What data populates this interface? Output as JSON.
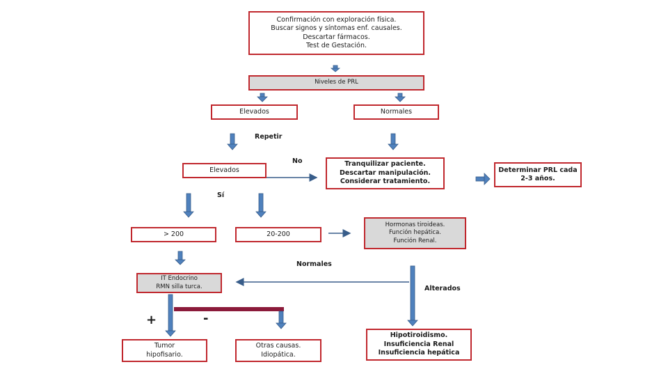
{
  "boxes": {
    "exploracion": [
      "Confirmación con exploración física.",
      "Buscar signos y síntomas enf. causales.",
      "Descartar fármacos.",
      "Test de Gestación."
    ],
    "niveles_prl": "Niveles de PRL",
    "elevados_1": "Elevados",
    "normales_1": "Normales",
    "elevados_2": "Elevados",
    "tranquilizar": [
      "Tranquilizar paciente.",
      "Descartar manipulación.",
      "Considerar tratamiento."
    ],
    "determinar_prl": [
      "Determinar PRL cada",
      "2-3 años."
    ],
    "mayor_200": "> 200",
    "rango_20_200": "20-200",
    "hormonas": [
      "Hormonas tiroideas.",
      "Función hepática.",
      "Función Renal."
    ],
    "it_endocrino": [
      "IT Endocrino",
      "RMN silla turca."
    ],
    "tumor": [
      "Tumor",
      "hipofisario."
    ],
    "otras_causas": [
      "Otras causas.",
      "Idiopática."
    ],
    "hipotiroidismo": [
      "Hipotiroidismo.",
      "Insuficiencia Renal",
      "Insuficiencia hepática"
    ]
  },
  "labels": {
    "repetir": "Repetir",
    "no": "No",
    "si": "Sí",
    "normales": "Normales",
    "alterados": "Alterados",
    "plus": "+",
    "minus": "-"
  },
  "colors": {
    "box_border": "#c0272d",
    "gray_fill": "#d9d9d9",
    "arrow_fill": "#4f81bd",
    "arrow_stroke": "#385d8a",
    "bar": "#8b1a3a"
  }
}
